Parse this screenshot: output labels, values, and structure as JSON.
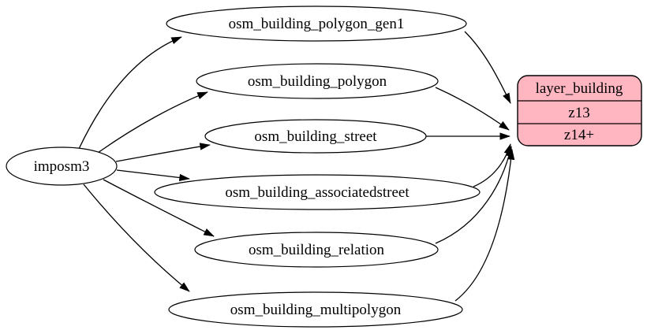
{
  "graph": {
    "background": "#ffffff",
    "node_fill": "#ffffff",
    "edge_color": "#000000",
    "source": {
      "label": "imposm3"
    },
    "tables": [
      {
        "label": "osm_building_polygon_gen1"
      },
      {
        "label": "osm_building_polygon"
      },
      {
        "label": "osm_building_street"
      },
      {
        "label": "osm_building_associatedstreet"
      },
      {
        "label": "osm_building_relation"
      },
      {
        "label": "osm_building_multipolygon"
      }
    ],
    "layer": {
      "title": "layer_building",
      "rows": [
        {
          "label": "z13"
        },
        {
          "label": "z14+"
        }
      ],
      "fill": "#ffb6c1",
      "stroke": "#000000"
    },
    "edges": [
      {
        "from": "imposm3",
        "to": "osm_building_polygon_gen1"
      },
      {
        "from": "imposm3",
        "to": "osm_building_polygon"
      },
      {
        "from": "imposm3",
        "to": "osm_building_street"
      },
      {
        "from": "imposm3",
        "to": "osm_building_associatedstreet"
      },
      {
        "from": "imposm3",
        "to": "osm_building_relation"
      },
      {
        "from": "imposm3",
        "to": "osm_building_multipolygon"
      },
      {
        "from": "osm_building_polygon_gen1",
        "to": "layer_building:z13"
      },
      {
        "from": "osm_building_polygon",
        "to": "layer_building:z14+"
      },
      {
        "from": "osm_building_street",
        "to": "layer_building:z14+"
      },
      {
        "from": "osm_building_associatedstreet",
        "to": "layer_building:z14+"
      },
      {
        "from": "osm_building_relation",
        "to": "layer_building:z14+"
      },
      {
        "from": "osm_building_multipolygon",
        "to": "layer_building:z14+"
      }
    ]
  }
}
